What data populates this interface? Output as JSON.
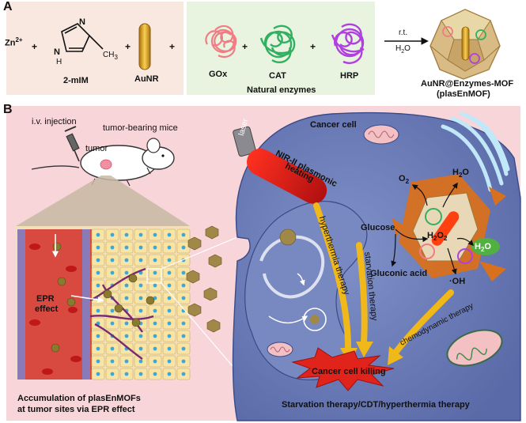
{
  "panel_a": {
    "tag": "A",
    "zn": "Zn",
    "zn_sup": "2+",
    "plus": "+",
    "mim_label": "2-mIM",
    "mim_n": "N",
    "mim_nh": "H",
    "mim_ch3": "CH",
    "mim_ch3_sub": "3",
    "aunr_label": "AuNR",
    "gox_label": "GOx",
    "cat_label": "CAT",
    "hrp_label": "HRP",
    "natural_enzymes": "Natural enzymes",
    "condition_top": "r.t.",
    "condition_bottom": "H",
    "condition_bottom_sub": "2",
    "condition_bottom_tail": "O",
    "product_line1": "AuNR@Enzymes-MOF",
    "product_line2": "(plasEnMOF)"
  },
  "panel_b": {
    "tag": "B",
    "iv_injection": "i.v. injection",
    "tumor_bearing_mice": "tumor-bearing mice",
    "tumor": "tumor",
    "epr_line1": "EPR",
    "epr_line2": "effect",
    "accum_line1": "Accumulation of plasEnMOFs",
    "accum_line2": "at tumor sites via EPR effect",
    "cancer_cell": "Cancer cell",
    "laser": "laser",
    "nir_line1": "NIR-II plasmonic",
    "nir_line2": "heating",
    "hyperthermia": "hyperthermia therapy",
    "starvation": "starvation therapy",
    "chemodynamic": "chemodynamic therapy",
    "glucose": "Glucose",
    "gluconic_acid": "Gluconic acid",
    "o2": "O",
    "o2_sub": "2",
    "h2o_top": "H",
    "h2o_top_sub": "2",
    "h2o_top_tail": "O",
    "h2o2": "H",
    "h2o2_sub1": "2",
    "h2o2_mid": "O",
    "h2o2_sub2": "2",
    "h2o_right": "H",
    "h2o_right_sub": "2",
    "h2o_right_tail": "O",
    "oh": "·OH",
    "killing": "Cancer cell killing",
    "bottom_caption": "Starvation therapy/CDT/hyperthermia therapy"
  },
  "colors": {
    "panel_a_left_bg": "#f8e8e0",
    "panel_a_mid_bg": "#e8f3e0",
    "panel_b_bg": "#f8d5d8",
    "cell_blue": "#6878b8",
    "vessel_red": "#d84a40",
    "arrow_yellow": "#f0b818",
    "mof_orange": "#d8701e",
    "laser_red": "#e02418",
    "burst_red": "#e0241c",
    "gold": "#d8a020",
    "gox_pink": "#f07c84",
    "cat_green": "#40c070",
    "hrp_purple": "#b040e0"
  },
  "icons": [
    "imidazole-structure",
    "gold-nanorod",
    "enzyme-gox",
    "enzyme-cat",
    "enzyme-hrp",
    "mof-polyhedron",
    "reaction-arrow",
    "syringe-icon",
    "mouse-icon",
    "laser-device",
    "mitochondrion-icon",
    "golgi-icon",
    "burst-shape"
  ]
}
